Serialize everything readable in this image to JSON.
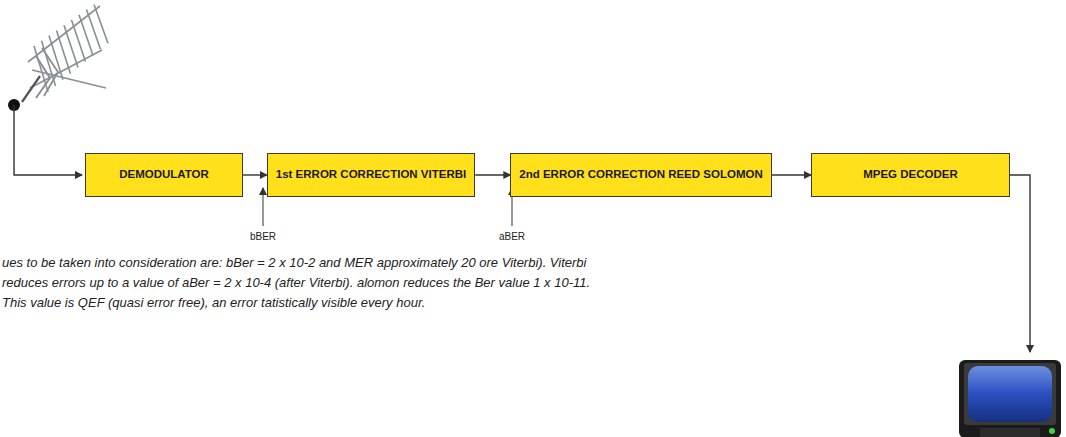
{
  "diagram": {
    "nodes": [
      {
        "text": [
          "DEMODULATOR"
        ]
      },
      {
        "text": [
          "1st ERROR CORRECTION VITERBI"
        ]
      },
      {
        "text": [
          "2nd ERROR CORRECTION REED SOLOMON"
        ]
      },
      {
        "text": [
          "MPEG DECODER"
        ]
      }
    ],
    "edges": [
      {
        "from": 0,
        "to": 1,
        "arrow": "to"
      },
      {
        "from": 1,
        "to": 2,
        "arrow": "to"
      },
      {
        "from": 2,
        "to": 3,
        "arrow": "to"
      }
    ],
    "labels": [
      "bBER",
      "aBER",
      "ues to be taken into consideration are: bBer = 2 x 10-2 and MER approximately 20 ore Viterbi). Viterbi reduces errors up to a value of aBer = 2 x 10-4  (after Viterbi). alomon reduces the Ber value 1 x 10-11. This value is QEF (quasi error free), an error tatistically visible every hour."
    ]
  }
}
